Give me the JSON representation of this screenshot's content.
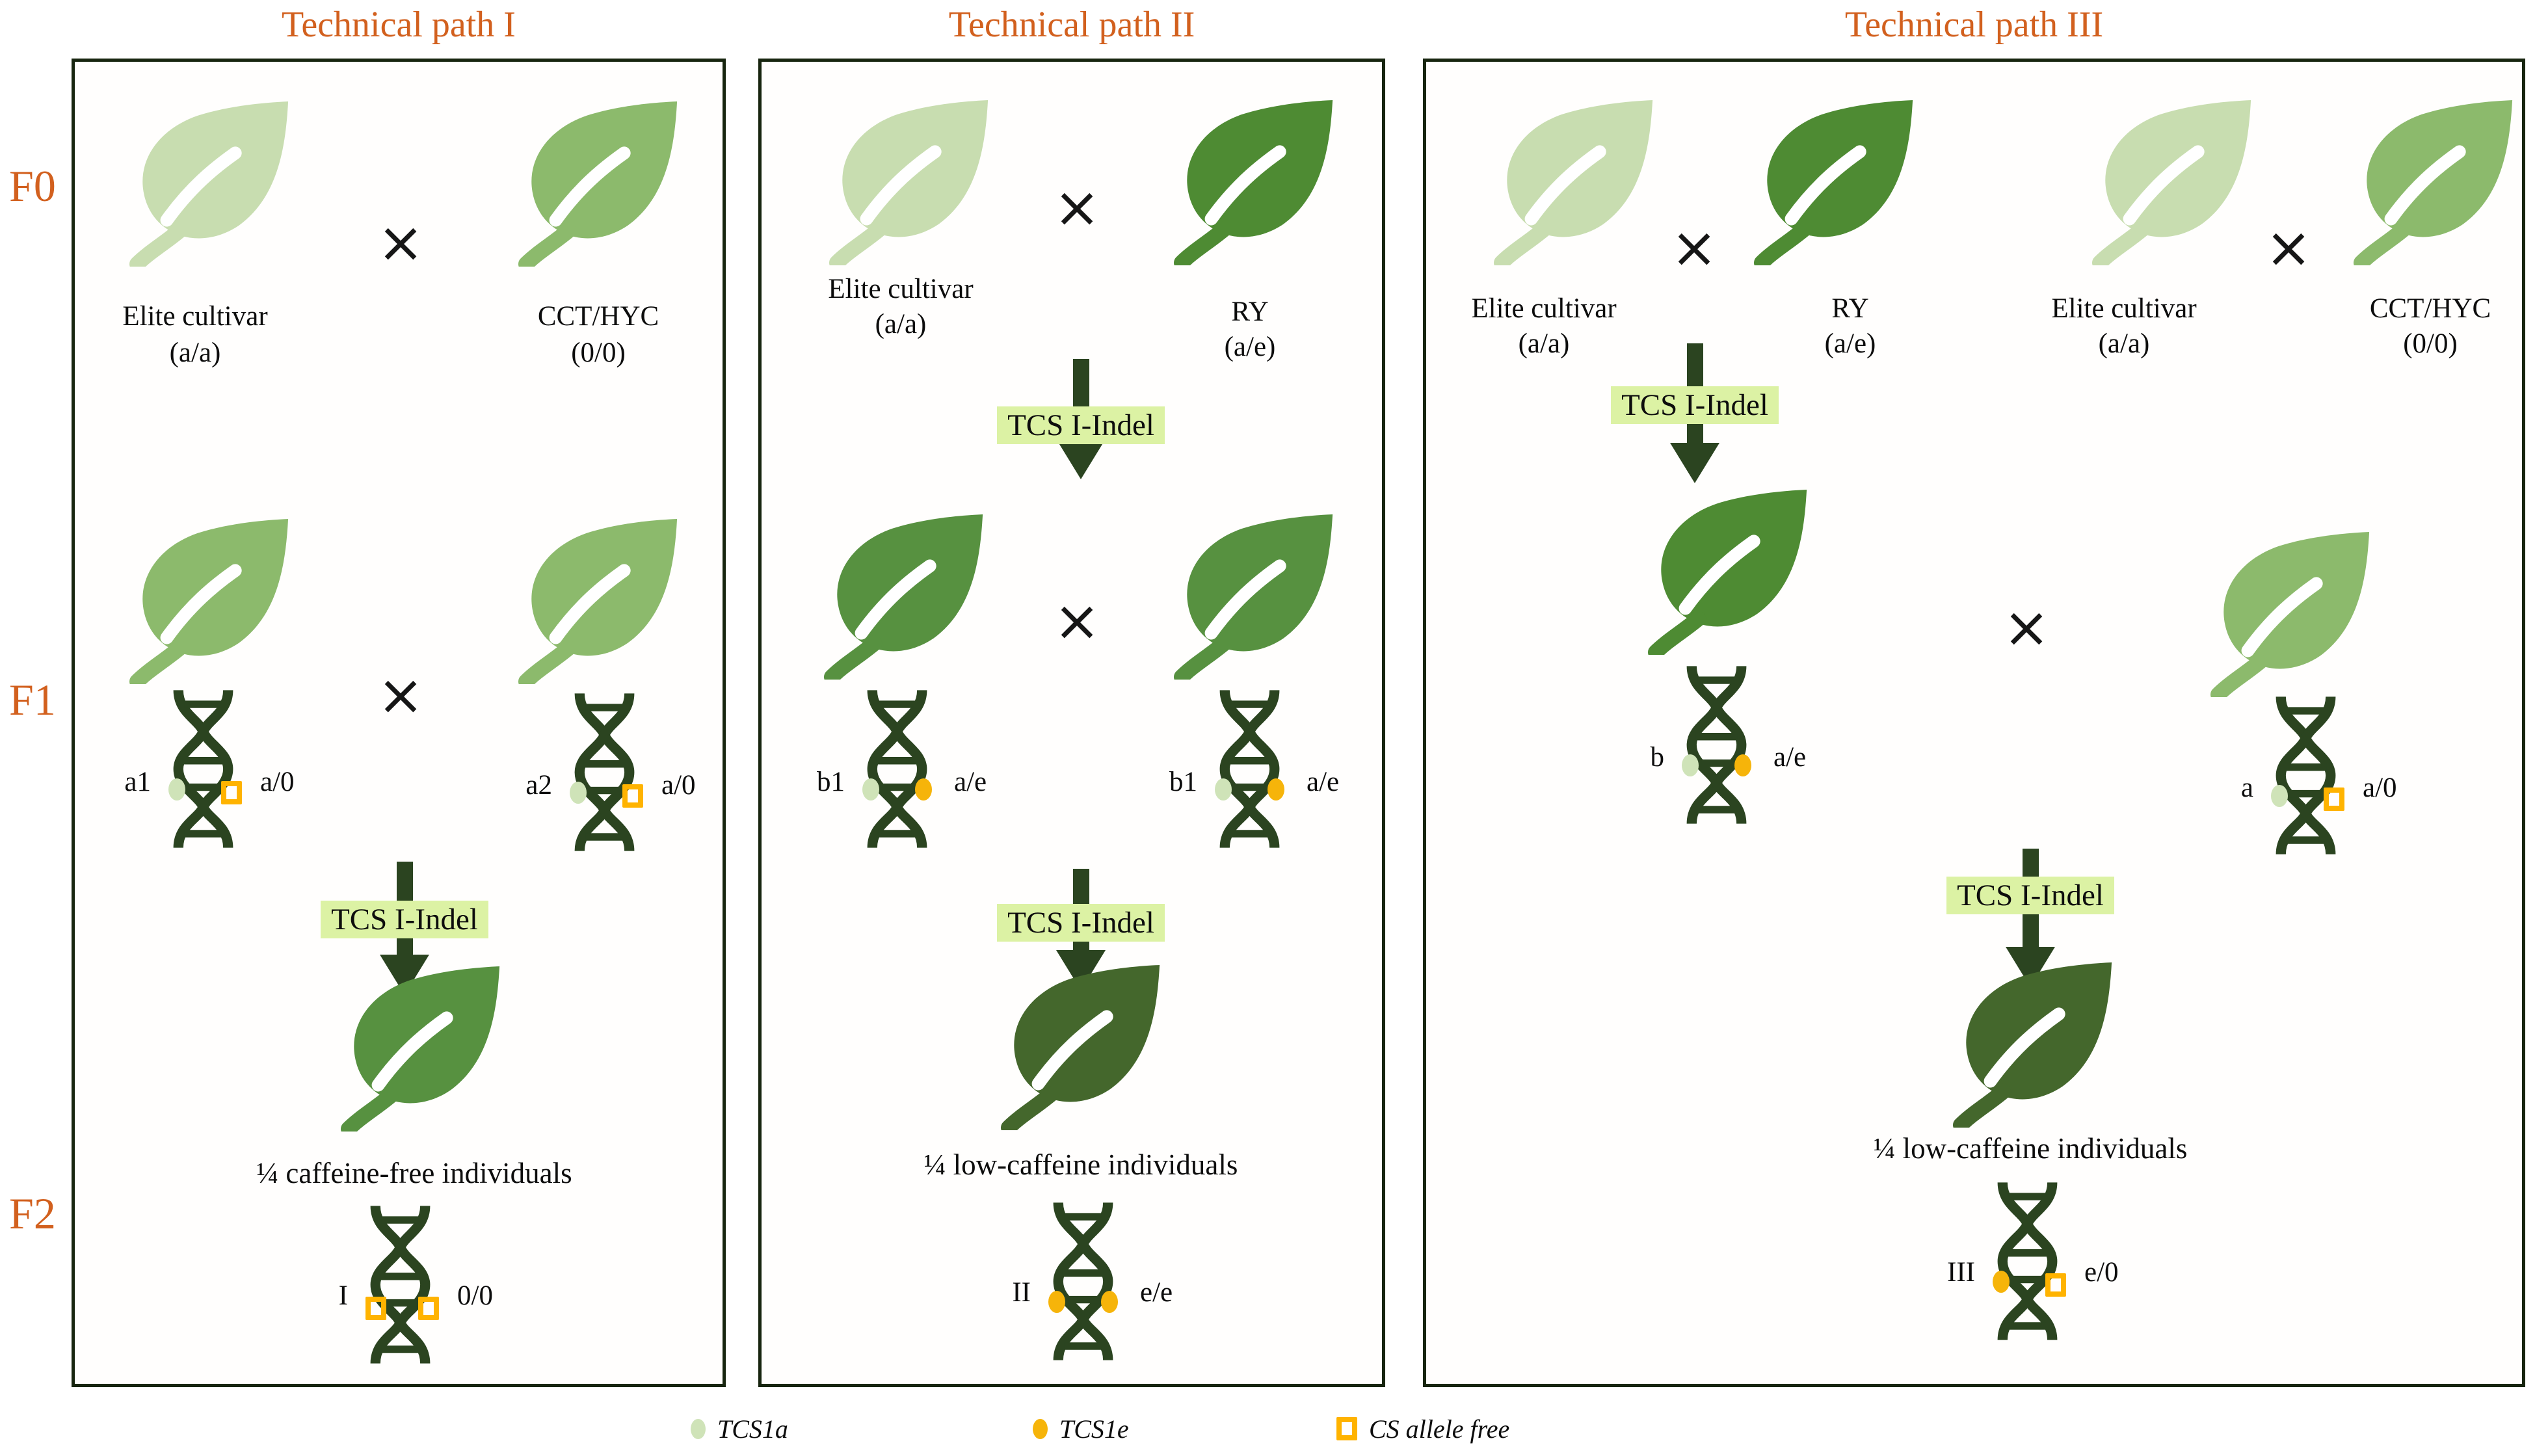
{
  "titles": {
    "path1": "Technical path I",
    "path2": "Technical path II",
    "path3": "Technical path III"
  },
  "generations": {
    "f0": "F0",
    "f1": "F1",
    "f2": "F2"
  },
  "symbols": {
    "cross": "×"
  },
  "panel1": {
    "f0_left": {
      "name": "Elite cultivar",
      "genotype": "(a/a)"
    },
    "f0_right": {
      "name": "CCT/HYC",
      "genotype": "(0/0)"
    },
    "f1_left_dna": {
      "id": "a1",
      "genotype": "a/0"
    },
    "f1_right_dna": {
      "id": "a2",
      "genotype": "a/0"
    },
    "edit_label": "TCS I-Indel",
    "f2_caption": "¼ caffeine-free individuals",
    "f2_dna": {
      "id": "I",
      "genotype": "0/0"
    }
  },
  "panel2": {
    "f0_left": {
      "name": "Elite cultivar",
      "genotype": "(a/a)"
    },
    "f0_right": {
      "name": "RY",
      "genotype": "(a/e)"
    },
    "edit_label_f0": "TCS I-Indel",
    "f1_left_dna": {
      "id": "b1",
      "genotype": "a/e"
    },
    "f1_right_dna": {
      "id": "b1",
      "genotype": "a/e"
    },
    "edit_label_f1": "TCS I-Indel",
    "f2_caption": "¼ low-caffeine individuals",
    "f2_dna": {
      "id": "II",
      "genotype": "e/e"
    }
  },
  "panel3": {
    "f0_far_left": {
      "name": "Elite cultivar",
      "genotype": "(a/a)"
    },
    "f0_left": {
      "name": "RY",
      "genotype": "(a/e)"
    },
    "f0_right": {
      "name": "Elite cultivar",
      "genotype": "(a/a)"
    },
    "f0_far_right": {
      "name": "CCT/HYC",
      "genotype": "(0/0)"
    },
    "edit_label_f0": "TCS I-Indel",
    "f1_left_dna": {
      "id": "b",
      "genotype": "a/e"
    },
    "f1_right_dna": {
      "id": "a",
      "genotype": "a/0"
    },
    "edit_label_f1": "TCS I-Indel",
    "f2_caption": "¼ low-caffeine individuals",
    "f2_dna": {
      "id": "III",
      "genotype": "e/0"
    }
  },
  "legend": {
    "tcs1a": "TCS1a",
    "tcs1e": "TCS1e",
    "cs_free": "CS allele free"
  },
  "colors": {
    "accent_orange": "#d2601e",
    "leaf_light": "#c8ddb0",
    "leaf_medium": "#8cba6c",
    "leaf_green": "#4e8b33",
    "leaf_mid_dark": "#579140",
    "leaf_forest": "#44672c",
    "dna_dark": "#2b4420",
    "edit_bg": "#dcf2a4",
    "allele_a_dot": "#cfe3b8",
    "allele_e_dot": "#f6b40a",
    "cs_square": "#ffb300"
  }
}
